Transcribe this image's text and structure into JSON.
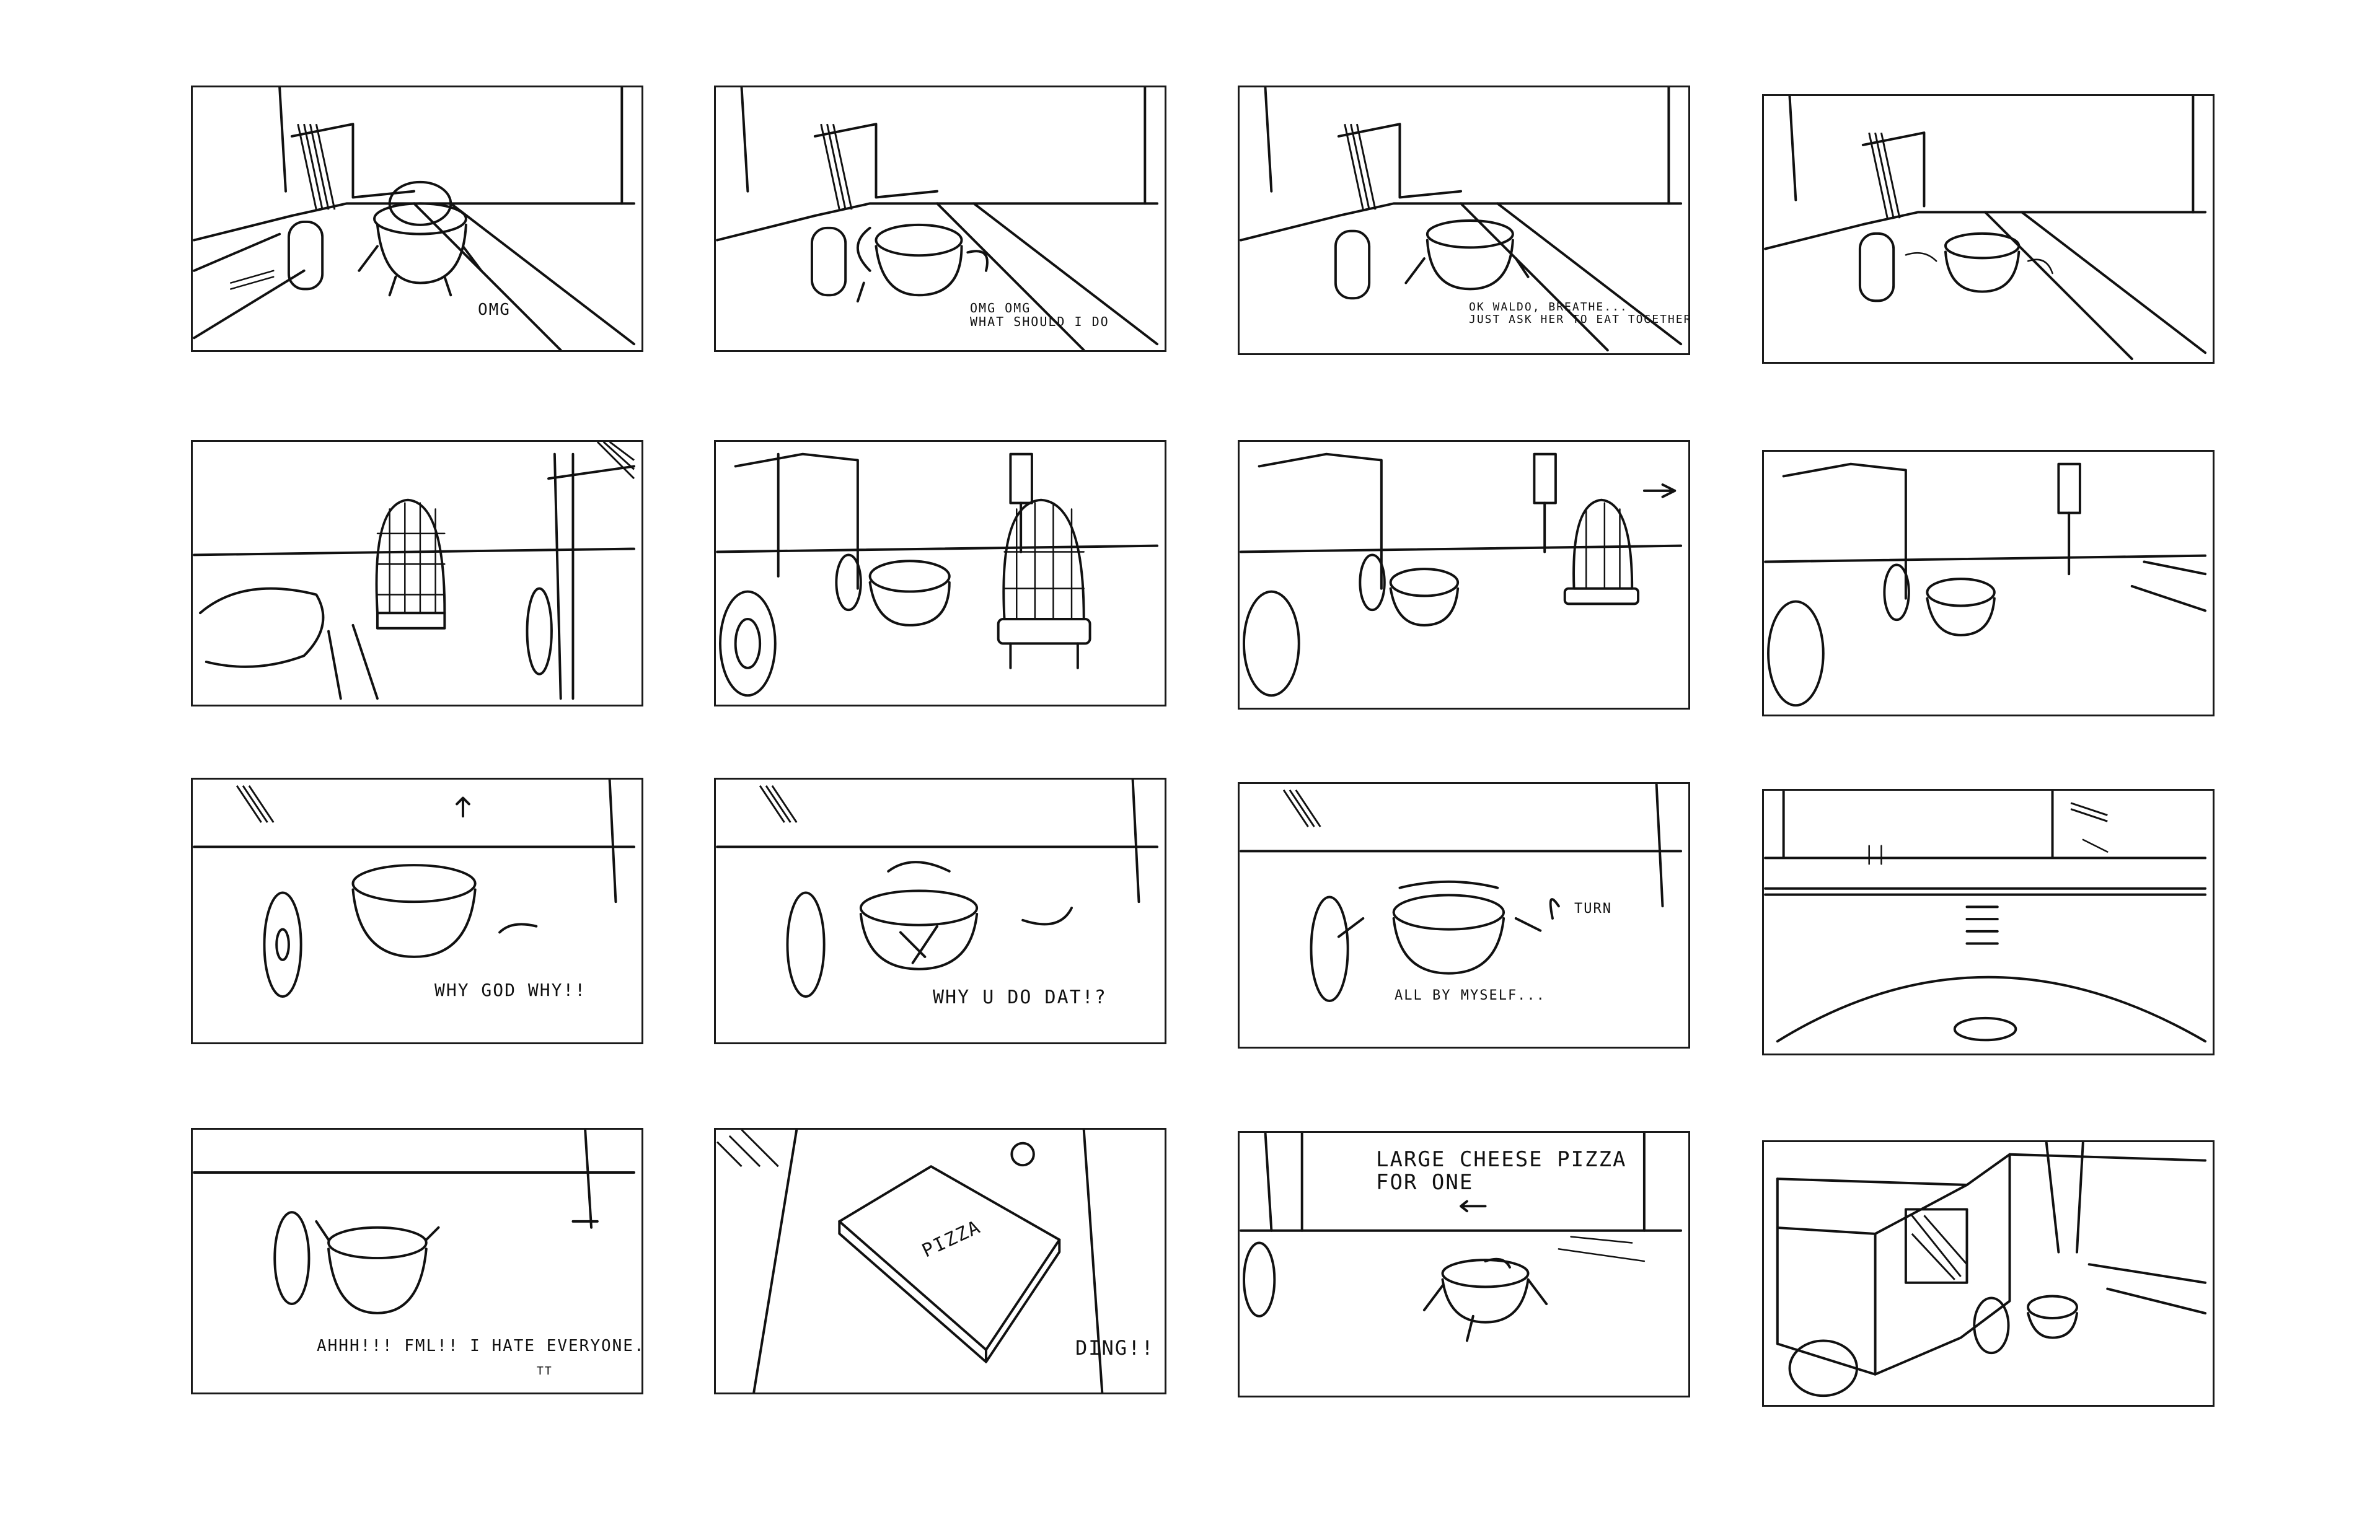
{
  "storyboard": {
    "panels": [
      {
        "id": 1,
        "caption": "OMG"
      },
      {
        "id": 2,
        "caption": "OMG OMG\nWHAT SHOULD I DO"
      },
      {
        "id": 3,
        "caption": "OK WALDO, BREATHE...\nJUST ASK HER TO EAT TOGETHER"
      },
      {
        "id": 4,
        "caption": ""
      },
      {
        "id": 5,
        "caption": ""
      },
      {
        "id": 6,
        "caption": ""
      },
      {
        "id": 7,
        "caption": ""
      },
      {
        "id": 8,
        "caption": ""
      },
      {
        "id": 9,
        "caption": "WHY GOD WHY!!"
      },
      {
        "id": 10,
        "caption": "WHY U DO DAT!?"
      },
      {
        "id": 11,
        "caption": "ALL BY MYSELF...",
        "note": "TURN"
      },
      {
        "id": 12,
        "caption": ""
      },
      {
        "id": 13,
        "caption": "AHHH!!! FML!! I HATE EVERYONE..",
        "note": "TT"
      },
      {
        "id": 14,
        "caption": "DING!!",
        "note": "PIZZA"
      },
      {
        "id": 15,
        "caption": "LARGE CHEESE PIZZA\nFOR ONE"
      },
      {
        "id": 16,
        "caption": ""
      }
    ]
  }
}
